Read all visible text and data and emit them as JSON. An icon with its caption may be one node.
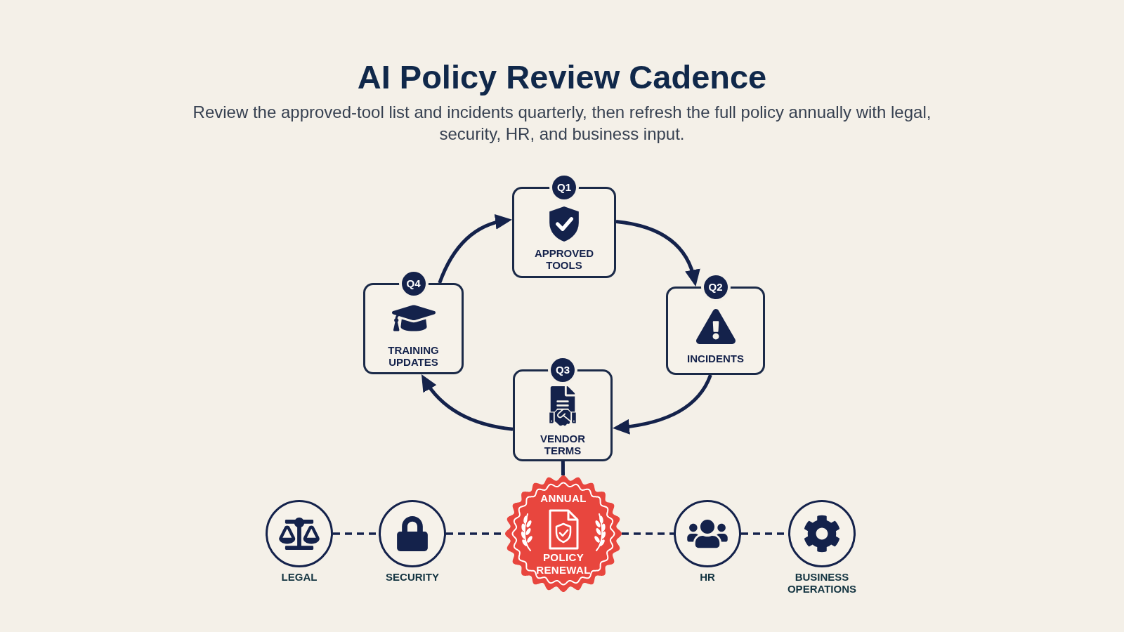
{
  "diagram": {
    "title": "AI Policy Review Cadence",
    "caption": "Review the approved-tool list and incidents quarterly, then refresh the full policy annually with legal, security, HR, and business input.",
    "nodes": [
      {
        "text": [
          "Q1",
          "APPROVED TOOLS"
        ]
      },
      {
        "text": [
          "Q2",
          "INCIDENTS"
        ]
      },
      {
        "text": [
          "Q3",
          "VENDOR TERMS"
        ]
      },
      {
        "text": [
          "Q4",
          "TRAINING UPDATES"
        ]
      },
      {
        "text": [
          "ANNUAL",
          "POLICY RENEWAL"
        ]
      },
      {
        "text": [
          "LEGAL"
        ]
      },
      {
        "text": [
          "SECURITY"
        ]
      },
      {
        "text": [
          "HR"
        ]
      },
      {
        "text": [
          "BUSINESS OPERATIONS"
        ]
      }
    ],
    "edges": [
      {
        "from": 0,
        "to": 1,
        "arrow": "to"
      },
      {
        "from": 1,
        "to": 2,
        "arrow": "to"
      },
      {
        "from": 2,
        "to": 3,
        "arrow": "to"
      },
      {
        "from": 3,
        "to": 0,
        "arrow": "to"
      },
      {
        "from": 2,
        "to": 4,
        "arrow": "none"
      },
      {
        "from": 5,
        "to": 6,
        "arrow": "none",
        "style": "dashed"
      },
      {
        "from": 6,
        "to": 4,
        "arrow": "none",
        "style": "dashed"
      },
      {
        "from": 4,
        "to": 7,
        "arrow": "none",
        "style": "dashed"
      },
      {
        "from": 7,
        "to": 8,
        "arrow": "none",
        "style": "dashed"
      }
    ]
  }
}
